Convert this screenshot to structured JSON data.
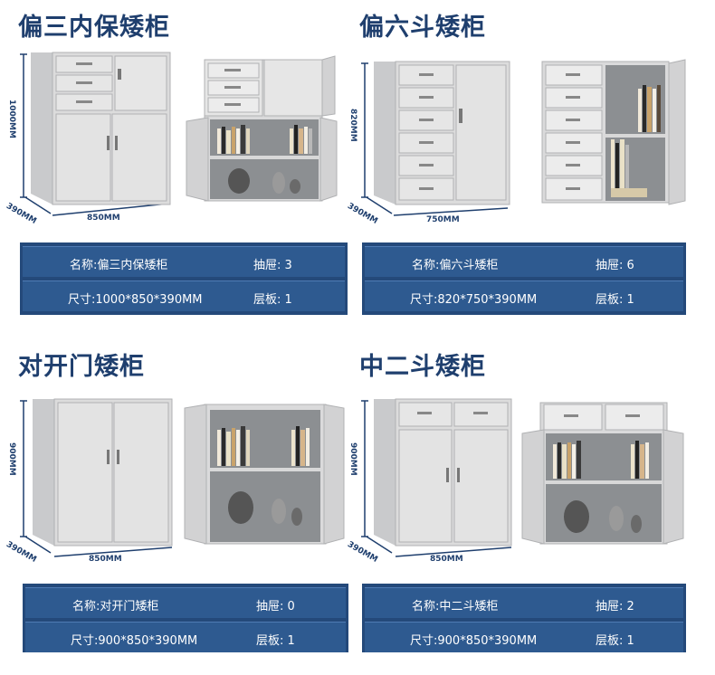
{
  "products": [
    {
      "title": "偏三内保矮柜",
      "height_label": "1000MM",
      "depth_label": "390MM",
      "width_label": "850MM",
      "name_text": "名称:偏三内保矮柜",
      "drawer_text": "抽屉:  3",
      "size_text": "尺寸:1000*850*390MM",
      "shelf_text": "层板:  1"
    },
    {
      "title": "偏六斗矮柜",
      "height_label": "820MM",
      "depth_label": "390MM",
      "width_label": "750MM",
      "name_text": "名称:偏六斗矮柜",
      "drawer_text": "抽屉:  6",
      "size_text": "尺寸:820*750*390MM",
      "shelf_text": "层板:  1"
    },
    {
      "title": "对开门矮柜",
      "height_label": "900MM",
      "depth_label": "390MM",
      "width_label": "850MM",
      "name_text": "名称:对开门矮柜",
      "drawer_text": "抽屉:  0",
      "size_text": "尺寸:900*850*390MM",
      "shelf_text": "层板:  1"
    },
    {
      "title": "中二斗矮柜",
      "height_label": "900MM",
      "depth_label": "390MM",
      "width_label": "850MM",
      "name_text": "名称:中二斗矮柜",
      "drawer_text": "抽屉:  2",
      "size_text": "尺寸:900*850*390MM",
      "shelf_text": "层板:  1"
    }
  ],
  "colors": {
    "title": "#1f3f6e",
    "spec_bg": "#24497a",
    "spec_row": "#2e5a90",
    "cabinet": "#dcdcdc",
    "cabinet_dark": "#bfc0c2",
    "interior": "#8c8f92"
  }
}
